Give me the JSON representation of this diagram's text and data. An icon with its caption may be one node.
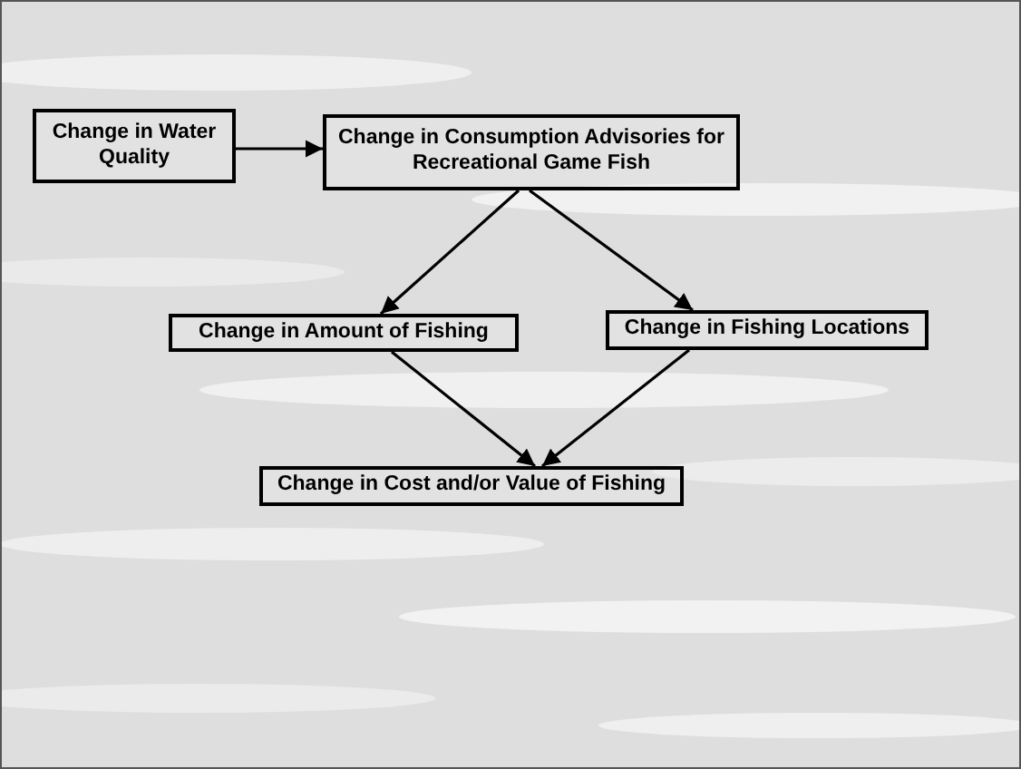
{
  "diagram": {
    "nodes": [
      {
        "text": [
          "Change in Water Quality"
        ]
      },
      {
        "text": [
          "Change in Consumption Advisories for Recreational Game Fish"
        ]
      },
      {
        "text": [
          "Change in Amount of Fishing"
        ]
      },
      {
        "text": [
          "Change in Fishing Locations"
        ]
      },
      {
        "text": [
          "Change in Cost and/or Value of Fishing"
        ]
      }
    ],
    "edges": [
      {
        "from": 0,
        "to": 1,
        "arrow": "to"
      },
      {
        "from": 1,
        "to": 2,
        "arrow": "to"
      },
      {
        "from": 1,
        "to": 3,
        "arrow": "to"
      },
      {
        "from": 2,
        "to": 4,
        "arrow": "to"
      },
      {
        "from": 3,
        "to": 4,
        "arrow": "to"
      }
    ]
  }
}
